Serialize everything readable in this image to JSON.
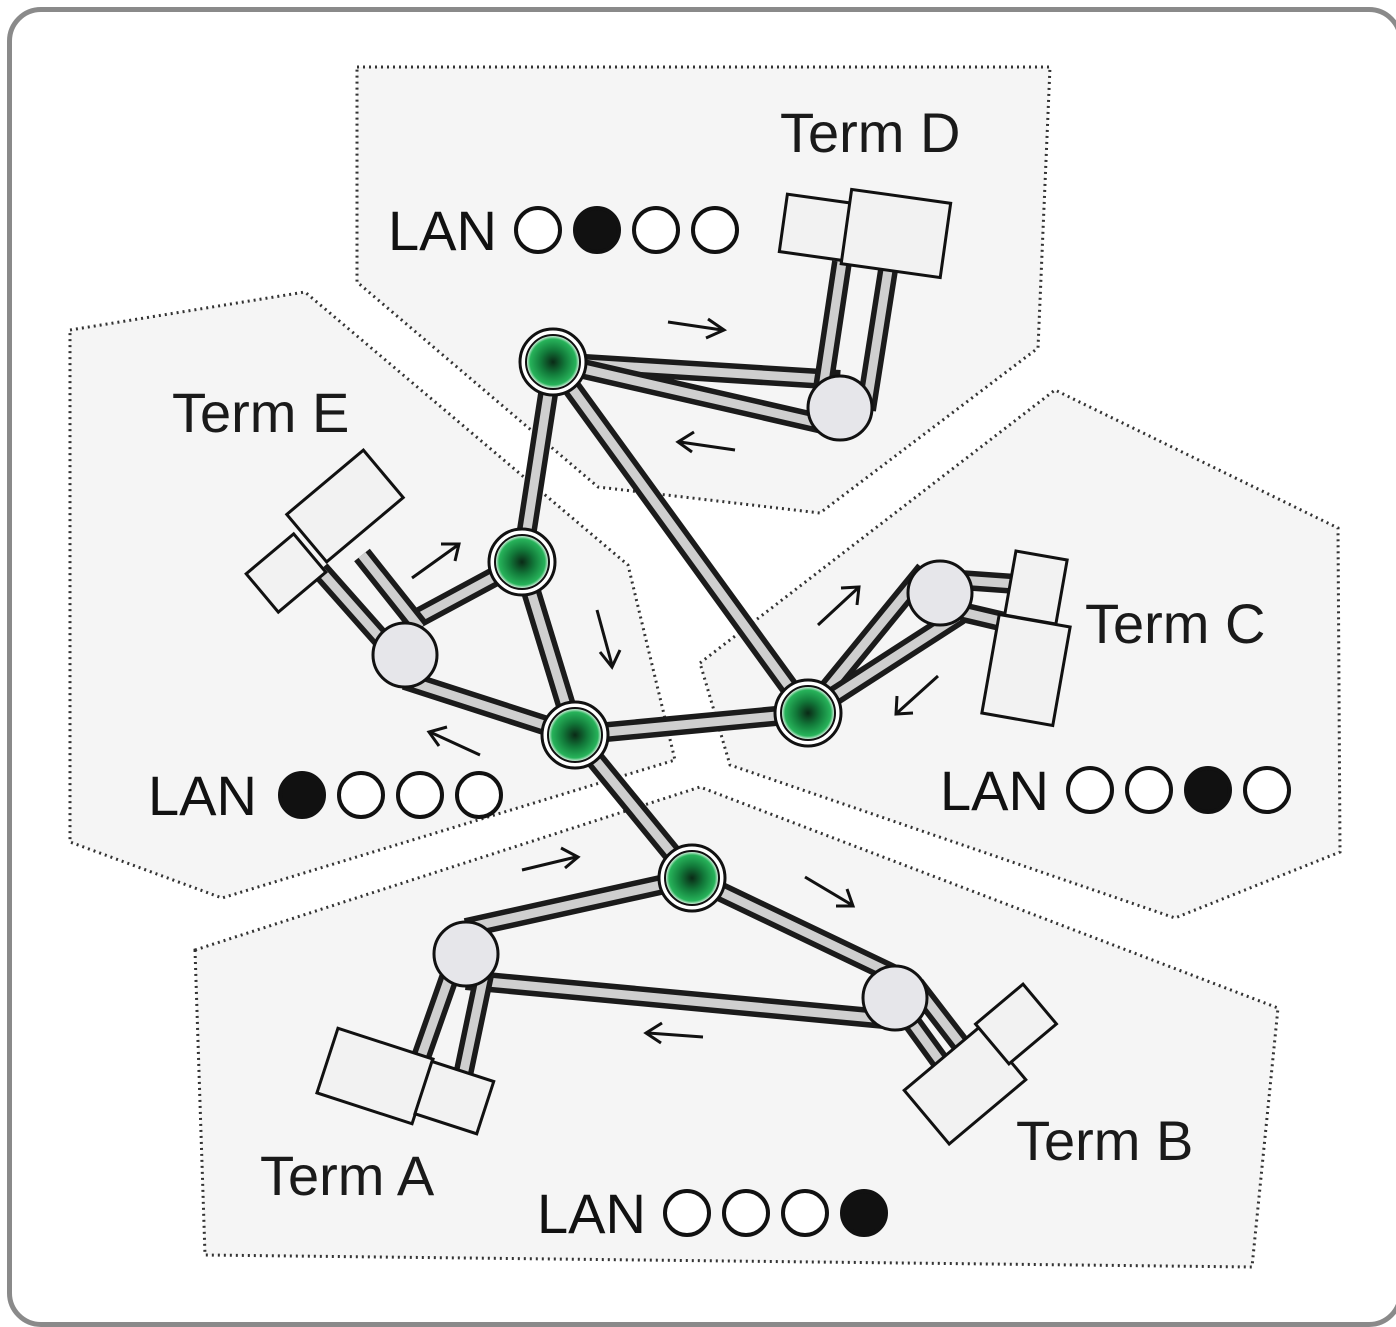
{
  "terminals": [
    {
      "id": "A",
      "label": "Term A",
      "lan": "LAN",
      "lan_state": [
        false,
        false,
        false,
        true
      ]
    },
    {
      "id": "B",
      "label": "Term B",
      "lan": "LAN",
      "lan_state": [
        false,
        false,
        false,
        true
      ]
    },
    {
      "id": "C",
      "label": "Term C",
      "lan": "LAN",
      "lan_state": [
        false,
        false,
        true,
        false
      ]
    },
    {
      "id": "D",
      "label": "Term D",
      "lan": "LAN",
      "lan_state": [
        false,
        true,
        false,
        false
      ]
    },
    {
      "id": "E",
      "label": "Term E",
      "lan": "LAN",
      "lan_state": [
        true,
        false,
        false,
        false
      ]
    }
  ],
  "colors": {
    "node_green": "#1f9a4a",
    "node_dark": "#0c3a1e",
    "zone_fill": "#f5f5f5",
    "frame_border": "#8a8a8a"
  }
}
